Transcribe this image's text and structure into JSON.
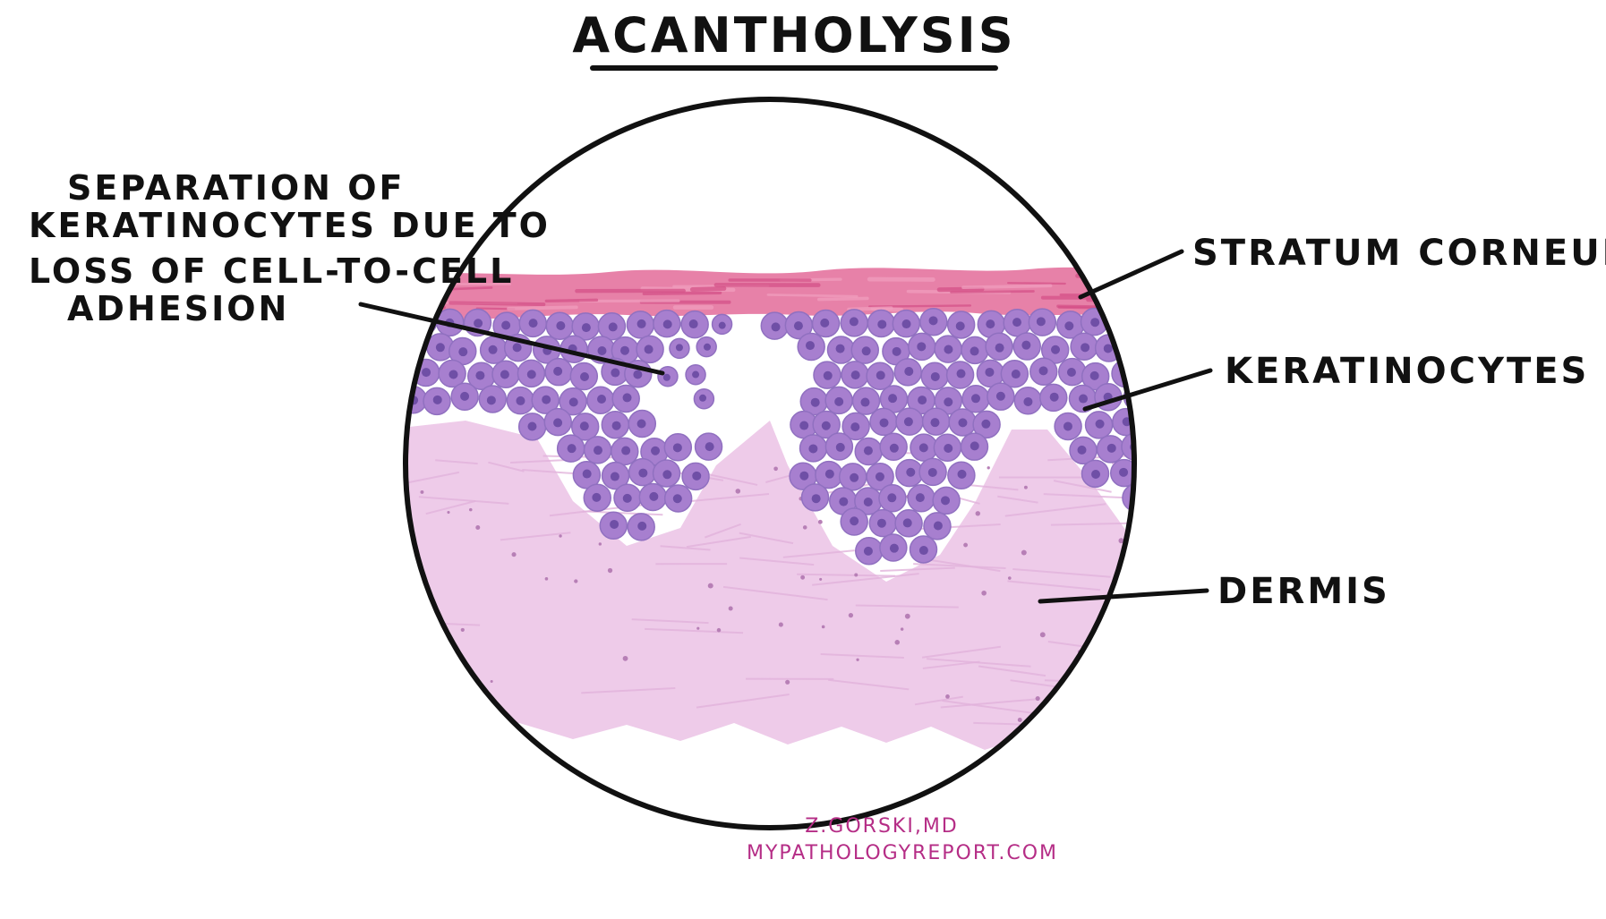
{
  "title": "ACANTHOLYSIS",
  "labels": {
    "separation": [
      "SEPARATION OF",
      "KERATINOCYTES DUE TO",
      "LOSS OF CELL-TO-CELL",
      "ADHESION"
    ],
    "stratum_corneum": "STRATUM CORNEUM",
    "keratinocytes": "KERATINOCYTES",
    "dermis": "DERMIS"
  },
  "credit": {
    "author": "Z.GORSKI,MD",
    "site": "MYPATHOLOGYREPORT.COM"
  },
  "colors": {
    "stratum_corneum": "#e46f9c",
    "keratinocyte_cell": "#a77fcf",
    "keratinocyte_nucleus": "#6f4fa6",
    "dermis": "#eecbe9",
    "outline": "#111111",
    "credit": "#b52d86"
  }
}
